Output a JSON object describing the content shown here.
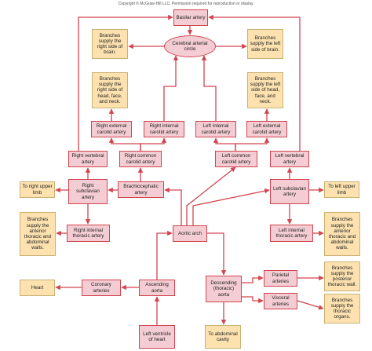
{
  "copyright": "Copyright © McGraw-Hill LLC. Permission required for reproduction or display.",
  "colors": {
    "arrow": "#d2444f",
    "artery_fill": "#f3cdd3",
    "artery_border": "#d2444f",
    "supply_fill": "#fde2b0"
  },
  "nodes": {
    "basilar": "Basilar artery",
    "circle": "Cerebral arterial circle",
    "rb_brain": "Branches supply the right side of brain.",
    "lb_brain": "Branches supply the left side of brain.",
    "rb_head": "Branches supply the right side of head, face, and neck.",
    "lb_head": "Branches supply the left side of head, face, and neck.",
    "r_ext": "Right external carotid artery",
    "r_int": "Right internal carotid artery",
    "l_int": "Left internal carotid artery",
    "l_ext": "Left external carotid artery",
    "r_vert": "Right vertebral artery",
    "r_common": "Right common carotid artery",
    "l_common": "Left common carotid artery",
    "l_vert": "Left vertebral artery",
    "to_r_limb": "To right upper limb",
    "r_subclav": "Right subclavian artery",
    "brachio": "Brachiocephalic artery",
    "l_subclav": "Left subclavian artery",
    "to_l_limb": "To left upper limb",
    "r_wall": "Branches supply the anterior thoracic and abdominal walls.",
    "r_int_thor": "Right internal thoracic artery",
    "aortic_arch": "Aortic arch",
    "l_int_thor": "Left internal thoracic artery",
    "l_wall": "Branches supply the anterior thoracic and abdominal walls.",
    "heart": "Heart",
    "coronary": "Coronary arteries",
    "ascending": "Ascending aorta",
    "descending": "Descending (thoracic) aorta",
    "parietal": "Parietal arteries",
    "post_wall": "Branches supply the posterior thoracic wall.",
    "visceral": "Visceral arteries",
    "thor_organs": "Branches supply the thoracic organs.",
    "left_ventricle": "Left ventricle of heart",
    "to_abdominal": "To abdominal cavity"
  }
}
